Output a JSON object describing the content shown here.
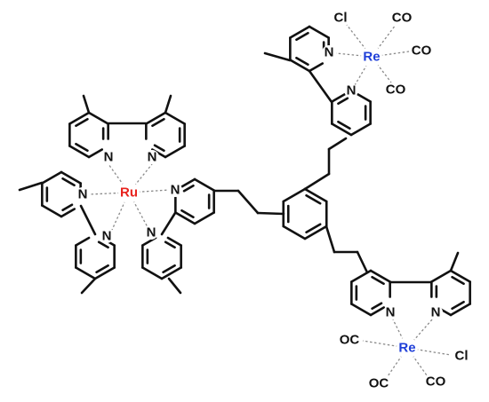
{
  "colors": {
    "bond": "#111111",
    "coordination": "#8a8a8a",
    "ruthenium": "#e8231e",
    "rhenium": "#1f3fd8",
    "ligand_atom": "#111111"
  },
  "atoms": {
    "ru": "Ru",
    "re_top": "Re",
    "re_bottom": "Re",
    "nitrogen": "N",
    "chloride": "Cl",
    "carbonyl_right": "CO",
    "carbonyl_left": "OC"
  }
}
